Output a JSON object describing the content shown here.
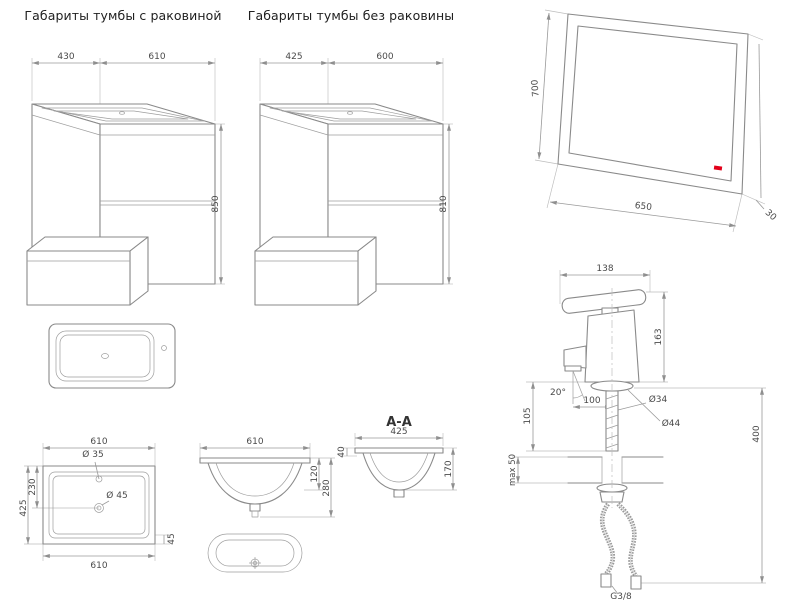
{
  "colors": {
    "line": "#8a8a8a",
    "dimension": "#9a9a9a",
    "text": "#4a4a4a",
    "brand": "#e2001a"
  },
  "drawings": {
    "cabinet_with_sink": {
      "title": "Габариты тумбы с раковиной",
      "dim_depth": "430",
      "dim_width": "610",
      "dim_height": "850"
    },
    "cabinet_without_sink": {
      "title": "Габариты тумбы без раковины",
      "dim_depth": "425",
      "dim_width": "600",
      "dim_height": "810"
    },
    "mirror": {
      "dim_height": "700",
      "dim_width": "650",
      "dim_depth": "30"
    },
    "sink_top_view": {
      "dim_width_top": "610",
      "dim_front_to_drain": "230",
      "dim_depth": "425",
      "dim_faucet_hole": "Ø 35",
      "dim_drain_hole": "Ø 45",
      "dim_width_bottom": "610",
      "dim_edge": "45"
    },
    "sink_front_view": {
      "dim_width": "610",
      "dim_right_upper": "120",
      "dim_right_lower": "280"
    },
    "sink_section": {
      "label": "A-A",
      "dim_width": "425",
      "dim_rim": "40",
      "dim_height": "170"
    },
    "faucet": {
      "dim_length": "138",
      "dim_height": "163",
      "stream_angle": "20°",
      "dim_spout_reach": "100",
      "dim_shank": "Ø34",
      "dim_flange": "Ø44",
      "dim_body_to_nut": "105",
      "dim_deck_max": "max 50",
      "dim_hose_length": "400",
      "thread_label": "G3/8"
    }
  }
}
